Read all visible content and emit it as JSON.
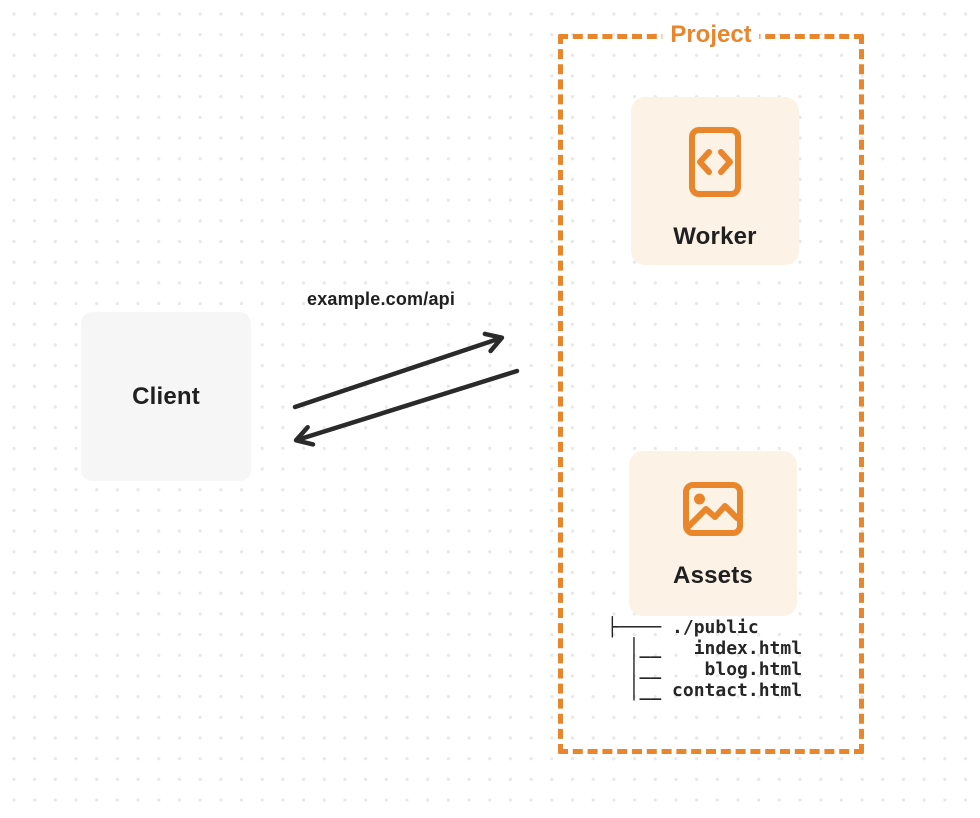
{
  "colors": {
    "accent": "#E9862C",
    "card_bg": "#FDF2E6",
    "client_bg": "#F6F6F7",
    "ink": "#202020",
    "arrow": "#2A2A2A",
    "dot_grid": "#E8E8E8"
  },
  "nodes": {
    "client": {
      "label": "Client"
    }
  },
  "connection": {
    "label": "example.com/api",
    "direction": "bidirectional"
  },
  "project": {
    "label": "Project",
    "worker": {
      "label": "Worker",
      "icon": "code-icon"
    },
    "assets": {
      "label": "Assets",
      "icon": "image-icon",
      "file_tree": {
        "root": "./public",
        "children": [
          "index.html",
          "blog.html",
          "contact.html"
        ],
        "ascii": "├──── ./public\n  │__   index.html\n  │__    blog.html\n  │__ contact.html"
      }
    }
  }
}
